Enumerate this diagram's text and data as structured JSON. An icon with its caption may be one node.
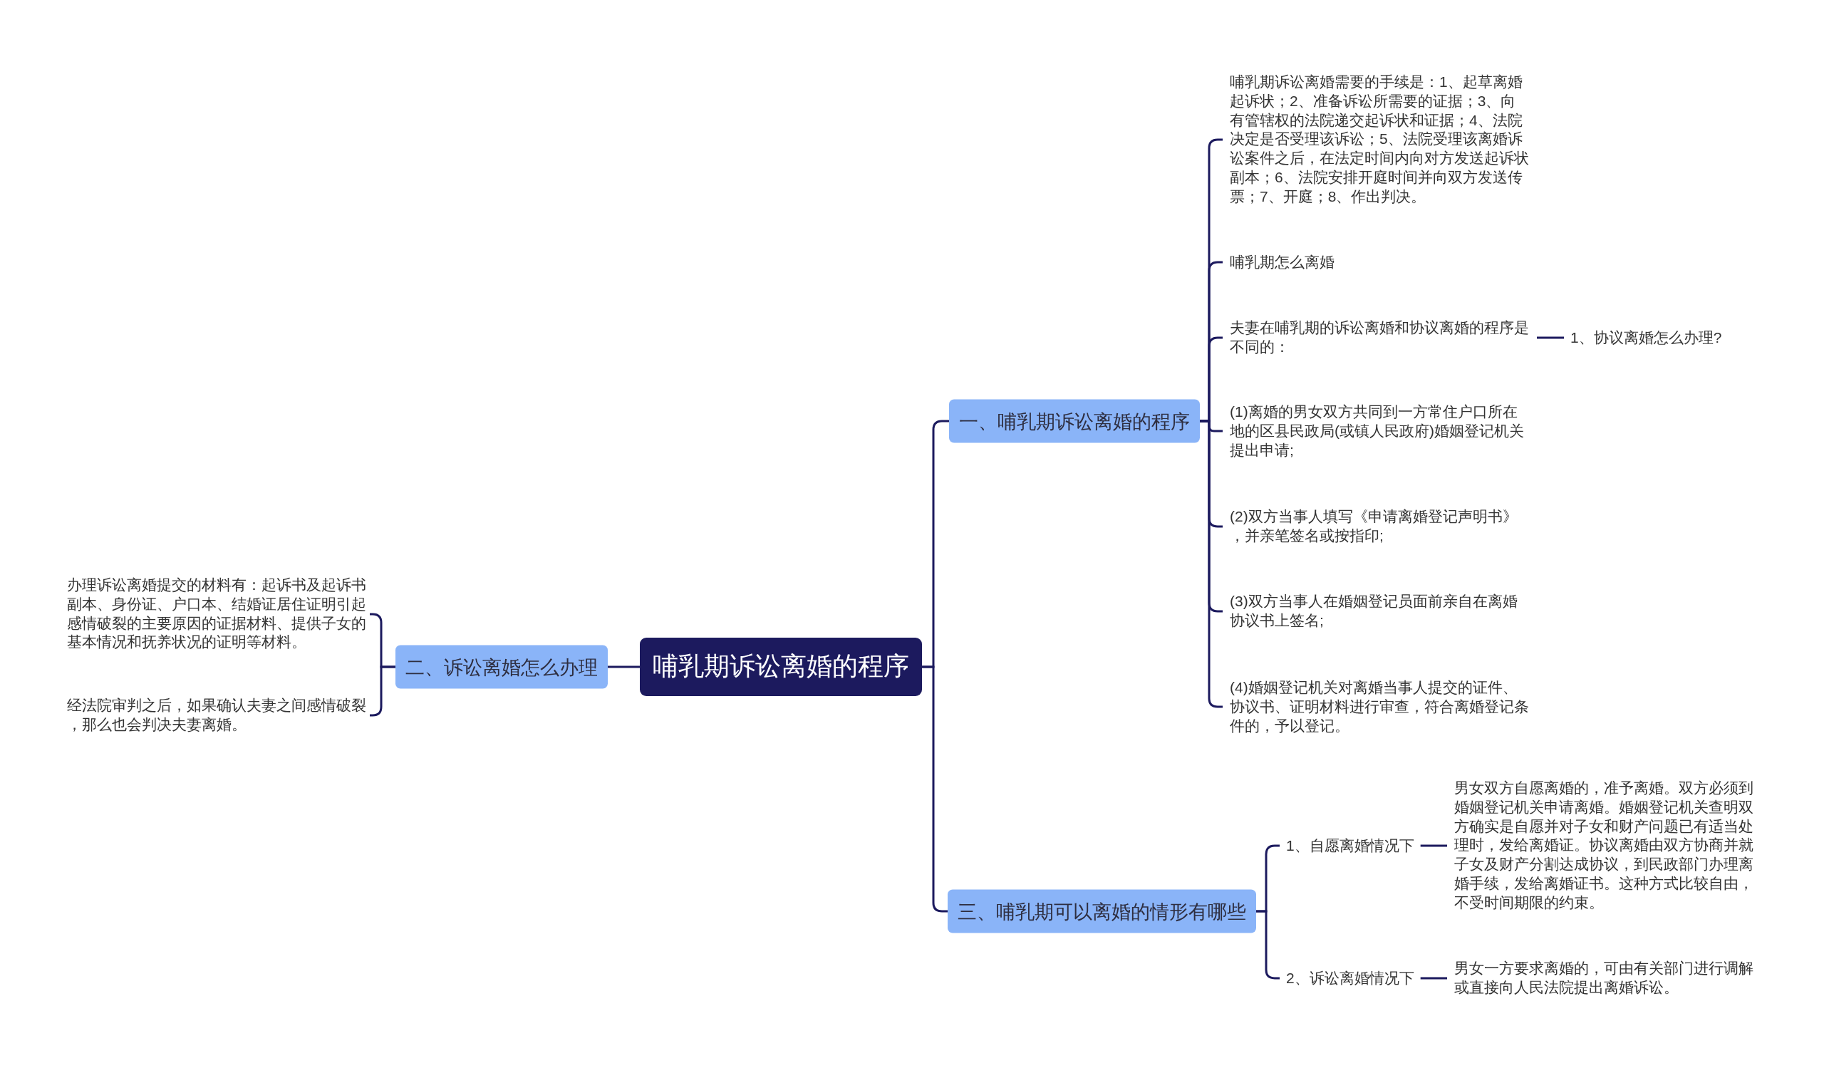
{
  "diagram": {
    "nodes": [
      {
        "text": [
          "哺乳期诉讼离婚的程序"
        ]
      },
      {
        "text": [
          "一、哺乳期诉讼离婚的程序"
        ]
      },
      {
        "text": [
          "哺乳期诉讼离婚需要的手续是：1、起草离婚起诉状；2、准备诉讼所需要的证据；3、向有管辖权的法院递交起诉状和证据；4、法院决定是否受理该诉讼；5、法院受理该离婚诉讼案件之后，在法定时间内向对方发送起诉状副本；6、法院安排开庭时间并向双方发送传票；7、开庭；8、作出判决。"
        ]
      },
      {
        "text": [
          "哺乳期怎么离婚"
        ]
      },
      {
        "text": [
          "夫妻在哺乳期的诉讼离婚和协议离婚的程序是不同的："
        ]
      },
      {
        "text": [
          "1、协议离婚怎么办理?"
        ]
      },
      {
        "text": [
          "(1)离婚的男女双方共同到一方常住户口所在地的区县民政局(或镇人民政府)婚姻登记机关提出申请;"
        ]
      },
      {
        "text": [
          "(2)双方当事人填写《申请离婚登记声明书》，并亲笔签名或按指印;"
        ]
      },
      {
        "text": [
          "(3)双方当事人在婚姻登记员面前亲自在离婚协议书上签名;"
        ]
      },
      {
        "text": [
          "(4)婚姻登记机关对离婚当事人提交的证件、协议书、证明材料进行审查，符合离婚登记条件的，予以登记。"
        ]
      },
      {
        "text": [
          "二、诉讼离婚怎么办理"
        ]
      },
      {
        "text": [
          "办理诉讼离婚提交的材料有：起诉书及起诉书副本、身份证、户口本、结婚证居住证明引起感情破裂的主要原因的证据材料、提供子女的基本情况和抚养状况的证明等材料。"
        ]
      },
      {
        "text": [
          "经法院审判之后，如果确认夫妻之间感情破裂，那么也会判决夫妻离婚。"
        ]
      },
      {
        "text": [
          "三、哺乳期可以离婚的情形有哪些"
        ]
      },
      {
        "text": [
          "1、自愿离婚情况下"
        ]
      },
      {
        "text": [
          "男女双方自愿离婚的，准予离婚。双方必须到婚姻登记机关申请离婚。婚姻登记机关查明双方确实是自愿并对子女和财产问题已有适当处理时，发给离婚证。协议离婚由双方协商并就子女及财产分割达成协议，到民政部门办理离婚手续，发给离婚证书。这种方式比较自由，不受时间期限的约束。"
        ]
      },
      {
        "text": [
          "2、诉讼离婚情况下"
        ]
      },
      {
        "text": [
          "男女一方要求离婚的，可由有关部门进行调解或直接向人民法院提出离婚诉讼。"
        ]
      }
    ],
    "edges": [
      {
        "from": 0,
        "to": 1,
        "arrow": "none"
      },
      {
        "from": 1,
        "to": 2,
        "arrow": "none"
      },
      {
        "from": 1,
        "to": 3,
        "arrow": "none"
      },
      {
        "from": 1,
        "to": 4,
        "arrow": "none"
      },
      {
        "from": 4,
        "to": 5,
        "arrow": "none"
      },
      {
        "from": 1,
        "to": 6,
        "arrow": "none"
      },
      {
        "from": 1,
        "to": 7,
        "arrow": "none"
      },
      {
        "from": 1,
        "to": 8,
        "arrow": "none"
      },
      {
        "from": 1,
        "to": 9,
        "arrow": "none"
      },
      {
        "from": 0,
        "to": 10,
        "arrow": "none"
      },
      {
        "from": 10,
        "to": 11,
        "arrow": "none"
      },
      {
        "from": 10,
        "to": 12,
        "arrow": "none"
      },
      {
        "from": 0,
        "to": 13,
        "arrow": "none"
      },
      {
        "from": 13,
        "to": 14,
        "arrow": "none"
      },
      {
        "from": 14,
        "to": 15,
        "arrow": "none"
      },
      {
        "from": 13,
        "to": 16,
        "arrow": "none"
      },
      {
        "from": 16,
        "to": 17,
        "arrow": "none"
      }
    ]
  }
}
